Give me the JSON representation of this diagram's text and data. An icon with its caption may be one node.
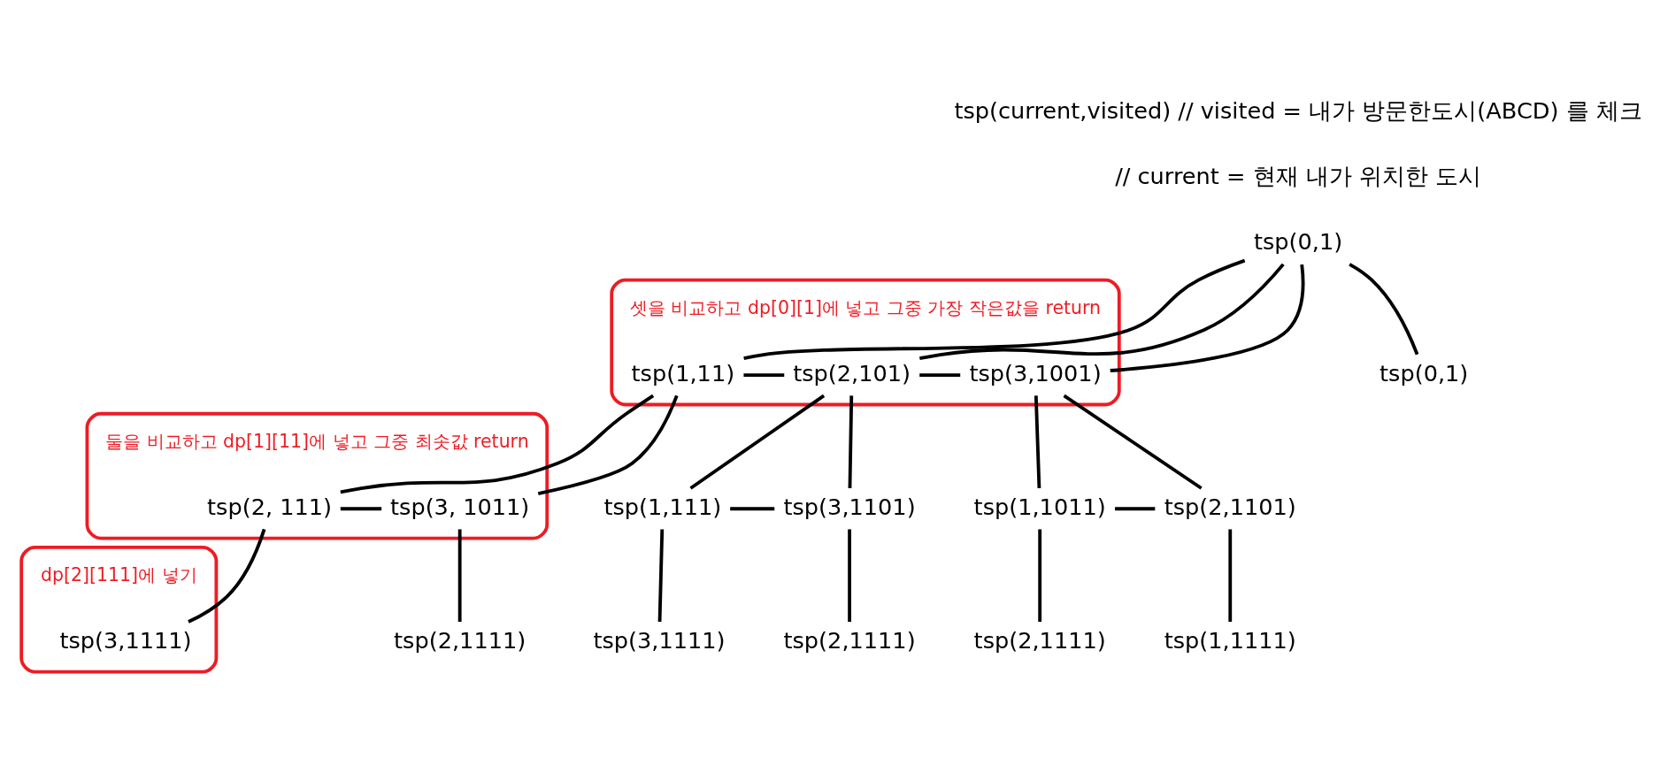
{
  "diagram": {
    "nodes": [
      {
        "text": [
          "tsp(0,1)"
        ]
      },
      {
        "text": [
          "tsp(0,1)"
        ]
      },
      {
        "text": [],
        "shape": "ellipse",
        "beside": [
          "셋을 비교하고 dp[0][1]에 넣고 그중 가장 작은값을 return"
        ]
      },
      {
        "text": [
          "tsp(1,11)"
        ],
        "in": 2
      },
      {
        "text": [
          "tsp(2,101)"
        ],
        "in": 2
      },
      {
        "text": [
          "tsp(3,1001)"
        ],
        "in": 2
      },
      {
        "text": [],
        "shape": "ellipse",
        "beside": [
          "둘을 비교하고 dp[1][11]에 넣고 그중 최솟값 return"
        ]
      },
      {
        "text": [
          "tsp(2, 111)"
        ],
        "in": 6
      },
      {
        "text": [
          "tsp(3, 1011)"
        ],
        "in": 6
      },
      {
        "text": [
          "tsp(1,111)"
        ]
      },
      {
        "text": [
          "tsp(3,1101)"
        ]
      },
      {
        "text": [
          "tsp(1,1011)"
        ]
      },
      {
        "text": [
          "tsp(2,1101)"
        ]
      },
      {
        "text": [],
        "shape": "ellipse",
        "beside": [
          "dp[2][111]에 넣기"
        ]
      },
      {
        "text": [
          "tsp(3,1111)"
        ],
        "in": 13
      },
      {
        "text": [
          "tsp(2,1111)"
        ]
      },
      {
        "text": [
          "tsp(3,1111)"
        ]
      },
      {
        "text": [
          "tsp(2,1111)"
        ]
      },
      {
        "text": [
          "tsp(2,1111)"
        ]
      },
      {
        "text": [
          "tsp(1,1111)"
        ]
      }
    ],
    "edges": [
      {
        "from": 0,
        "to": 1,
        "arrow": "none"
      },
      {
        "from": 0,
        "to": 3,
        "arrow": "none"
      },
      {
        "from": 0,
        "to": 4,
        "arrow": "none"
      },
      {
        "from": 0,
        "to": 5,
        "arrow": "none"
      },
      {
        "from": 3,
        "to": 4,
        "arrow": "none"
      },
      {
        "from": 4,
        "to": 5,
        "arrow": "none"
      },
      {
        "from": 3,
        "to": 7,
        "arrow": "none"
      },
      {
        "from": 3,
        "to": 8,
        "arrow": "none"
      },
      {
        "from": 7,
        "to": 8,
        "arrow": "none"
      },
      {
        "from": 4,
        "to": 9,
        "arrow": "none"
      },
      {
        "from": 4,
        "to": 10,
        "arrow": "none"
      },
      {
        "from": 9,
        "to": 10,
        "arrow": "none"
      },
      {
        "from": 5,
        "to": 11,
        "arrow": "none"
      },
      {
        "from": 5,
        "to": 12,
        "arrow": "none"
      },
      {
        "from": 11,
        "to": 12,
        "arrow": "none"
      },
      {
        "from": 7,
        "to": 14,
        "arrow": "none"
      },
      {
        "from": 8,
        "to": 15,
        "arrow": "none"
      },
      {
        "from": 9,
        "to": 16,
        "arrow": "none"
      },
      {
        "from": 10,
        "to": 17,
        "arrow": "none"
      },
      {
        "from": 11,
        "to": 18,
        "arrow": "none"
      },
      {
        "from": 12,
        "to": 19,
        "arrow": "none"
      }
    ],
    "labels": [
      "tsp(current,visited) // visited = 내가 방문한도시(ABCD) 를 체크",
      "// current = 현재 내가 위치한 도시"
    ]
  }
}
